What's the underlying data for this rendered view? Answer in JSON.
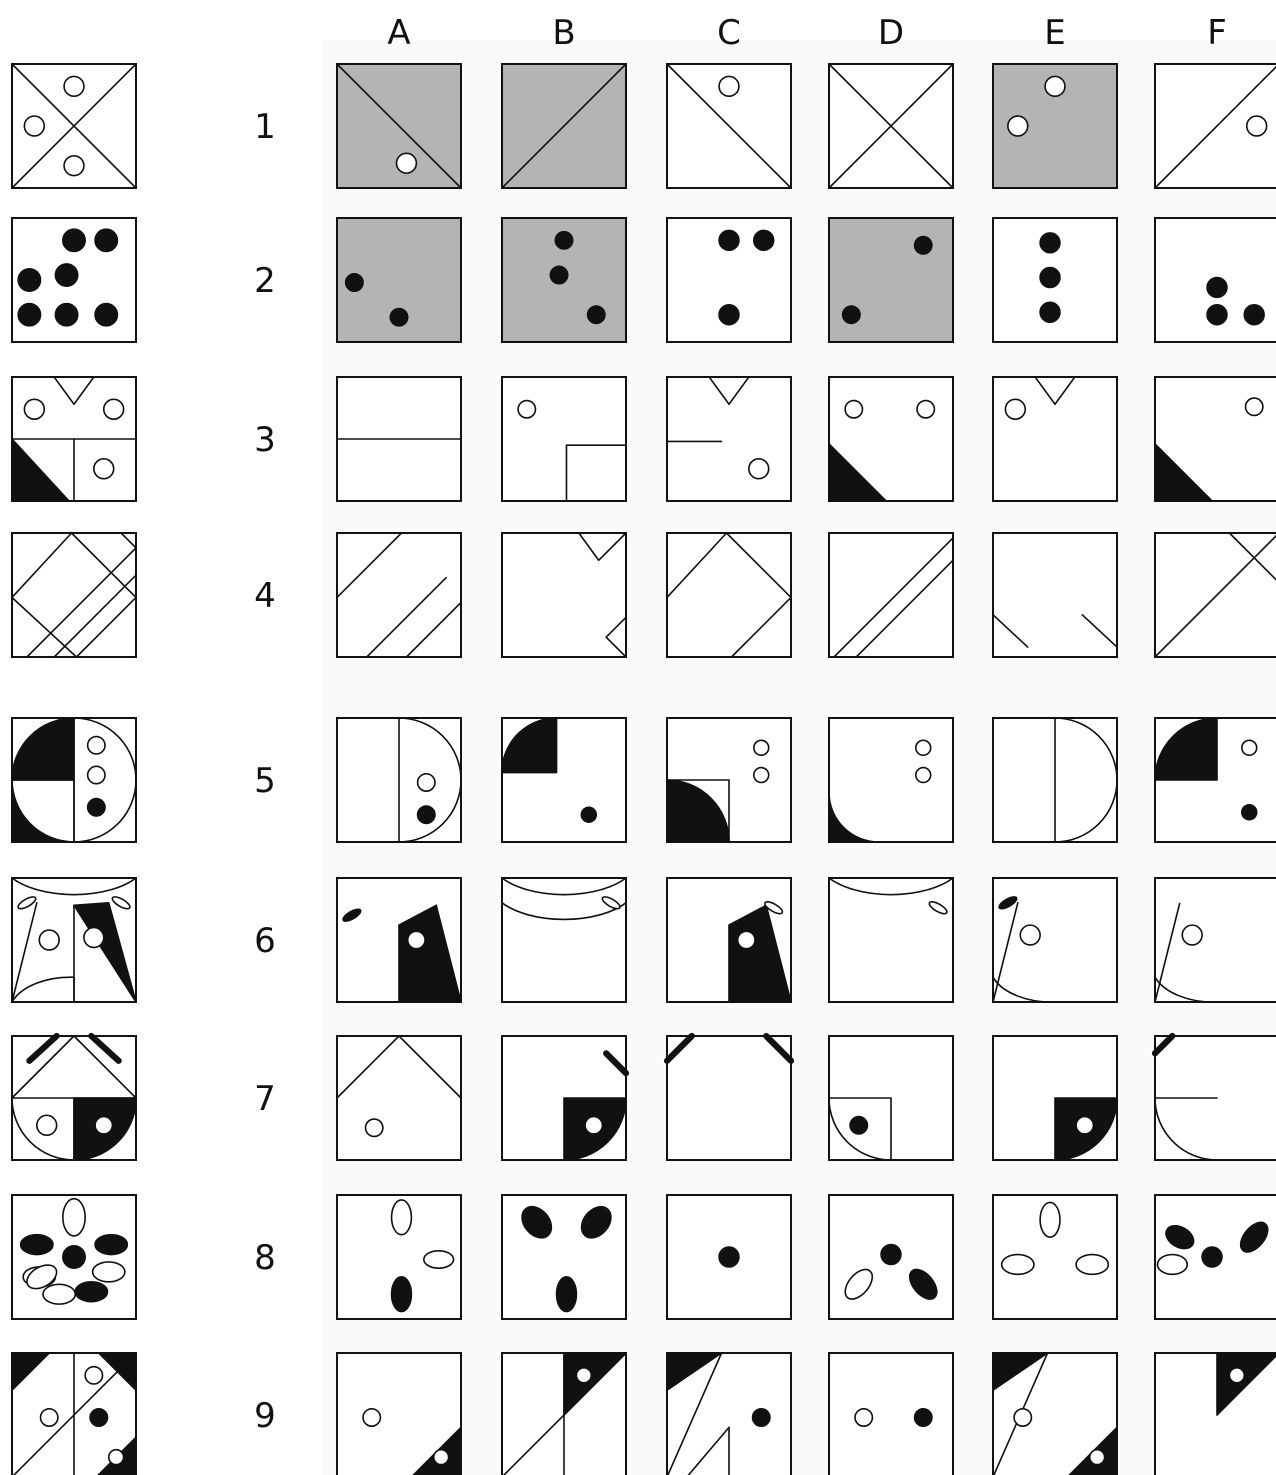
{
  "columns": [
    "A",
    "B",
    "C",
    "D",
    "E",
    "F"
  ],
  "rows": [
    "1",
    "2",
    "3",
    "4",
    "5",
    "6",
    "7",
    "8",
    "9"
  ],
  "colors": {
    "ink": "#111111",
    "gray_fill": "#b4b4b4",
    "panel_bg": "#fafafa",
    "paper": "#ffffff"
  },
  "puzzle": {
    "type": "figure-subtraction grid",
    "row_count": 9,
    "option_count": 6,
    "items": [
      {
        "row": "1",
        "reference": "square with both diagonals and three white circles",
        "options": [
          "gray, one diagonal, white circle",
          "gray, one diagonal",
          "white, one diagonal, white circle",
          "white, both diagonals",
          "gray, two white circles",
          "white, one diagonal, white circle"
        ]
      },
      {
        "row": "2",
        "reference": "seven black dots",
        "options": [
          "gray, two dots",
          "gray, three dots",
          "white, three dots",
          "gray, two dots",
          "white, three dots vertical",
          "white, three dots"
        ]
      },
      {
        "row": "3",
        "reference": "V shape, lines, three circles, black triangle",
        "options": [
          "horizontal line",
          "circle and corner lines",
          "V, line and circle",
          "two circles and black triangle",
          "V and circle",
          "circle and black triangle"
        ]
      },
      {
        "row": "4",
        "reference": "diagonal lines and diamond",
        "options": [
          "diagonal lines",
          "corner V shapes",
          "diamond lines",
          "parallel diagonals",
          "short diagonals",
          "large X lines"
        ]
      },
      {
        "row": "5",
        "reference": "circle quadrants with dots",
        "options": [
          "half circle with dots",
          "black quarter and dot",
          "quarter circle and two circles",
          "curve and two circles",
          "half circle with line",
          "black quarter, circle and dot"
        ]
      },
      {
        "row": "6",
        "reference": "arc, leaves and quadrants",
        "options": [
          "leaf and black sector",
          "arc and leaf",
          "black sector with leaf",
          "arc and leaf",
          "leaf, circle and curve",
          "circle and curve"
        ]
      },
      {
        "row": "7",
        "reference": "roof, bars and half circle",
        "options": [
          "roof and circle",
          "bar and black quarter",
          "two corner bars",
          "quarter circle with dot",
          "black quarter",
          "bar and half circle"
        ]
      },
      {
        "row": "8",
        "reference": "flower of ovals",
        "options": [
          "mixed ovals",
          "three black ovals",
          "one black dot",
          "dot with ovals",
          "three white ovals",
          "black dot with ovals"
        ]
      },
      {
        "row": "9",
        "reference": "triangles with circles",
        "options": [
          "circle and black triangle",
          "black triangle and lines",
          "triangle, lines and dot",
          "white and black dots",
          "triangles with circles",
          "black triangle with circle"
        ]
      }
    ]
  }
}
